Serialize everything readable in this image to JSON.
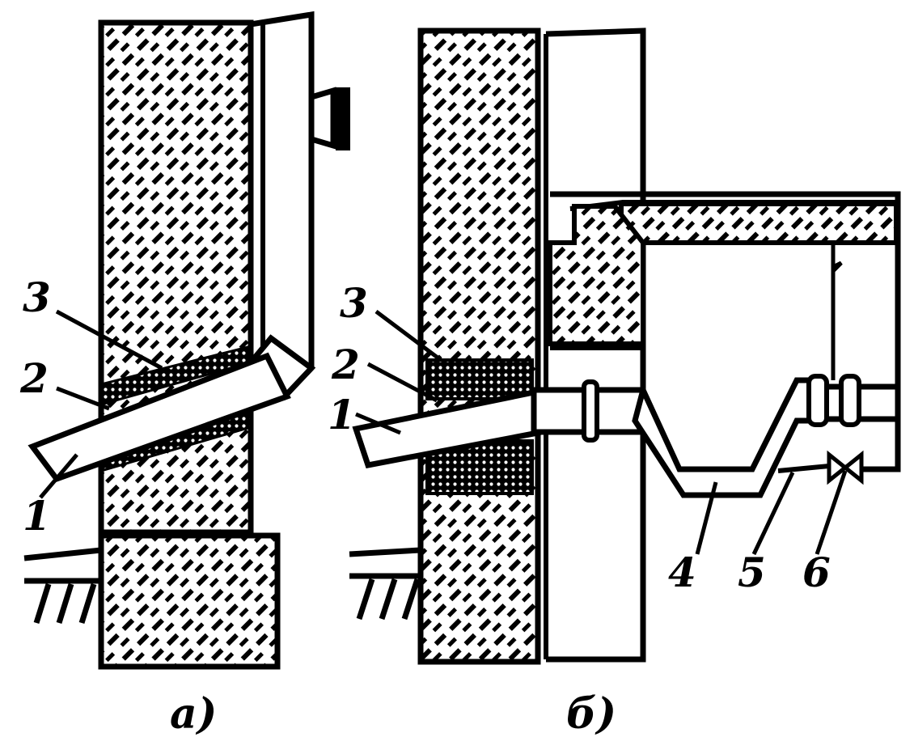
{
  "figure_a": {
    "caption": "а)",
    "labels": {
      "pipe": "1",
      "sealant": "2",
      "sleeve": "3"
    }
  },
  "figure_b": {
    "caption": "б)",
    "labels": {
      "pipe": "1",
      "sealant": "2",
      "sleeve": "3",
      "trap": "4",
      "branch": "5",
      "valve": "6"
    }
  },
  "colors": {
    "ink": "#000000",
    "paper": "#ffffff"
  }
}
